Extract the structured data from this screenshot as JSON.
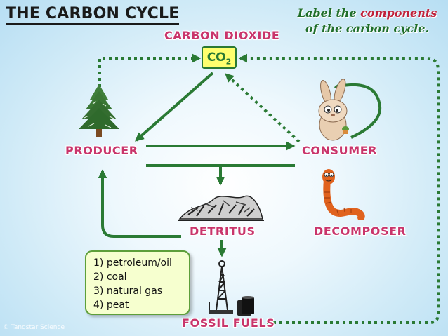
{
  "title": "THE CARBON CYCLE",
  "instructions": {
    "part1": "Label the ",
    "highlight": "components",
    "part2": "of the carbon cycle."
  },
  "co2": {
    "main": "CO",
    "sub": "2"
  },
  "labels": {
    "carbon_dioxide": "CARBON DIOXIDE",
    "producer": "PRODUCER",
    "consumer": "CONSUMER",
    "detritus": "DETRITUS",
    "decomposer": "DECOMPOSER",
    "fossil_fuels": "FOSSIL FUELS"
  },
  "fossil_fuel_types": [
    "1)  petroleum/oil",
    "2)  coal",
    "3)  natural gas",
    "4)  peat"
  ],
  "credit": "© Tangstar Science",
  "icons": [
    "tree-icon",
    "rabbit-icon",
    "worm-icon",
    "detritus-icon",
    "oil-derrick-icon"
  ],
  "colors": {
    "arrow": "#2a7a34",
    "label": "#c9356b",
    "co2_fill": "#ffff6e",
    "instructions": "#1f6e2a",
    "highlight": "#c0213a"
  }
}
